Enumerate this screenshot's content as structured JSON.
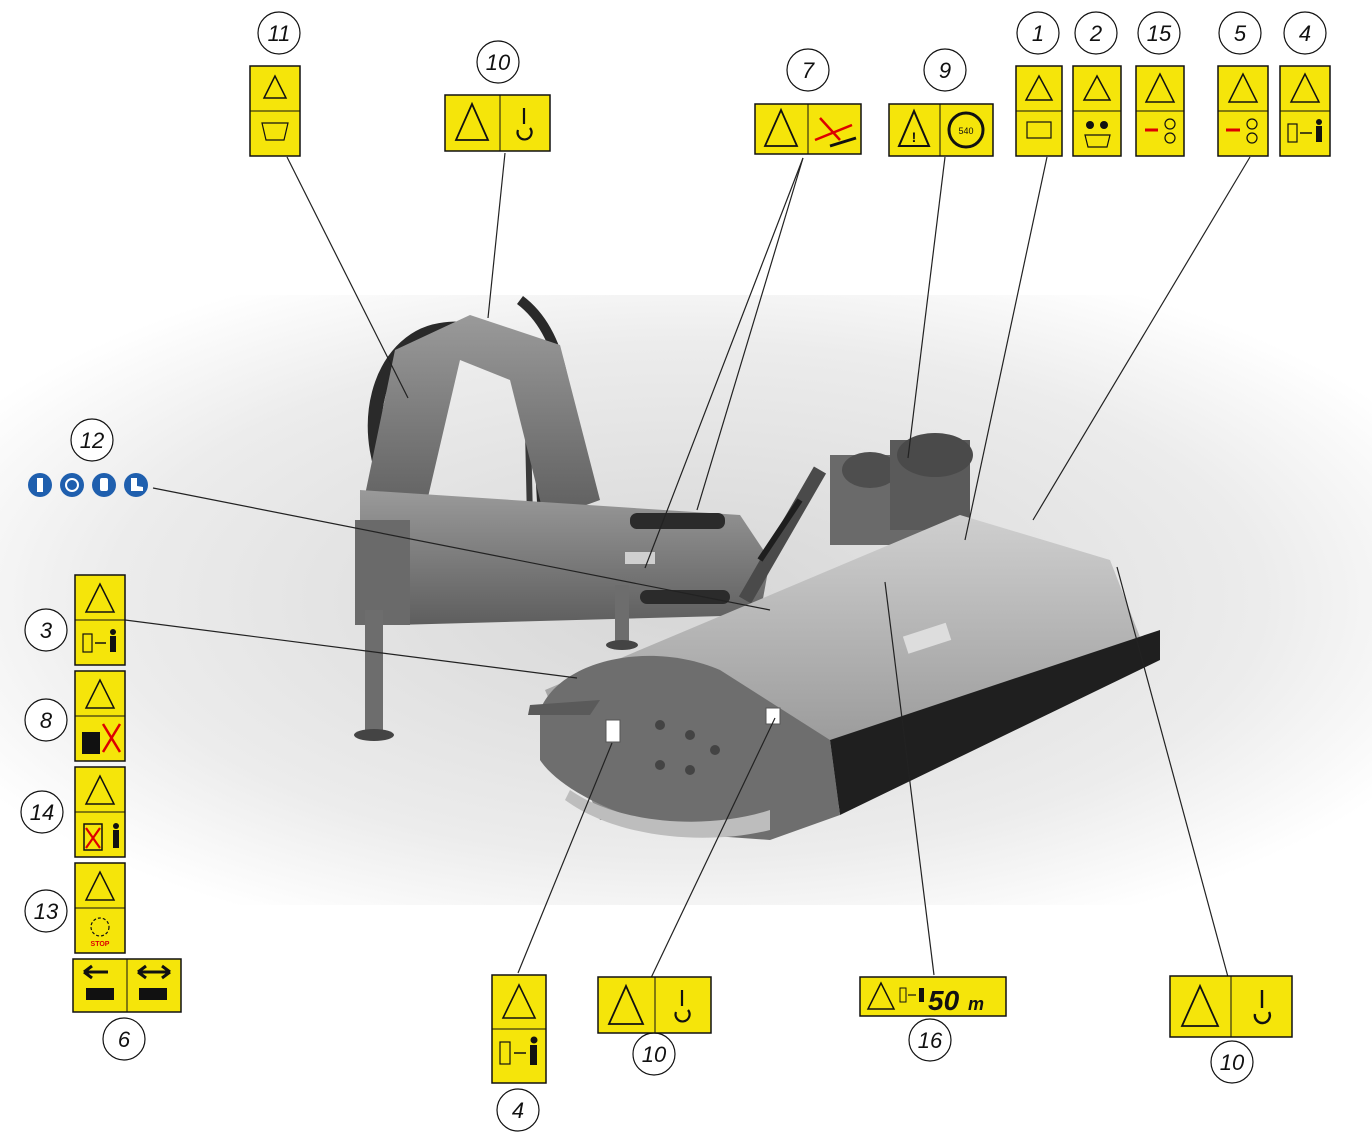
{
  "labels": {
    "n1": "1",
    "n2": "2",
    "n3": "3",
    "n4a": "4",
    "n4b": "4",
    "n5": "5",
    "n6": "6",
    "n7": "7",
    "n8": "8",
    "n9": "9",
    "n10a": "10",
    "n10b": "10",
    "n10c": "10",
    "n11": "11",
    "n12": "12",
    "n13": "13",
    "n14": "14",
    "n15": "15",
    "n16": "16"
  },
  "decals": {
    "pto_speed": "540",
    "distance_value": "50",
    "distance_unit": "m",
    "stop_text": "STOP"
  },
  "colors": {
    "decal_yellow": "#f5e50a",
    "ppe_blue": "#1f5fae",
    "machine_grey": "#7d7d7d",
    "leader_line": "#222222"
  }
}
